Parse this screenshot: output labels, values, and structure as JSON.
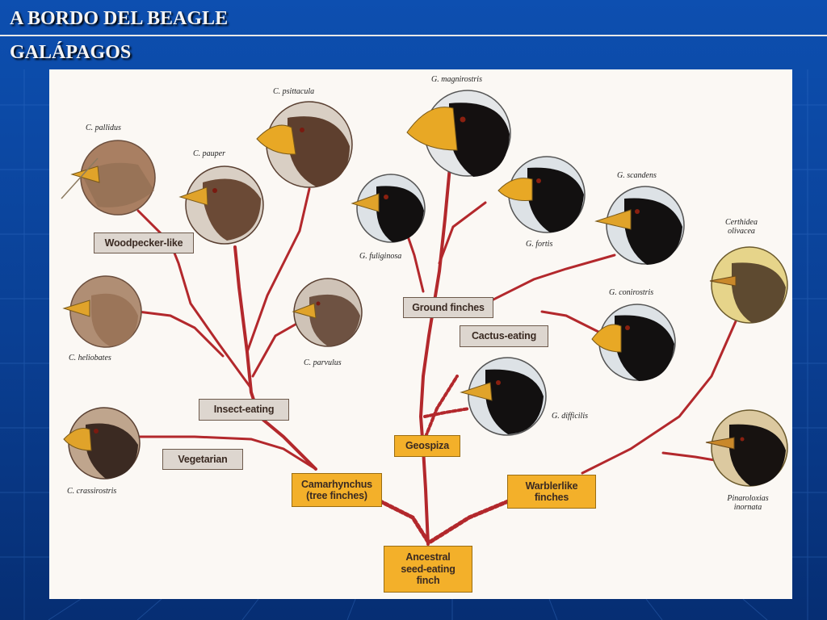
{
  "slide": {
    "title": "A BORDO DEL BEAGLE",
    "subtitle": "GALÁPAGOS"
  },
  "diagram": {
    "root": "Ancestral seed-eating finch",
    "groups": {
      "tree_finches": "Camarhynchus (tree finches)",
      "geospiza": "Geospiza",
      "warblerlike": "Warblerlike finches"
    },
    "diet_labels": {
      "woodpecker": "Woodpecker-like",
      "insect": "Insect-eating",
      "vegetarian": "Vegetarian",
      "ground": "Ground finches",
      "cactus": "Cactus-eating"
    },
    "species": {
      "pallidus": "C. pallidus",
      "pauper": "C. pauper",
      "psittacula": "C. psittacula",
      "heliobates": "C. heliobates",
      "parvulus": "C. parvulus",
      "crassirostris": "C. crassirostris",
      "magnirostris": "G. magnirostris",
      "fuliginosa": "G. fuliginosa",
      "fortis": "G. fortis",
      "scandens": "G. scandens",
      "conirostris": "G. conirostris",
      "difficilis": "G. difficilis",
      "certhidea": "Certhidea olivacea",
      "pinaroloxias": "Pinaroloxias inornata"
    },
    "colors": {
      "branch": "#b3282c",
      "label_box": "#ddd6cf",
      "group_box": "#f3b02a",
      "beak": "#e0a32a"
    }
  }
}
